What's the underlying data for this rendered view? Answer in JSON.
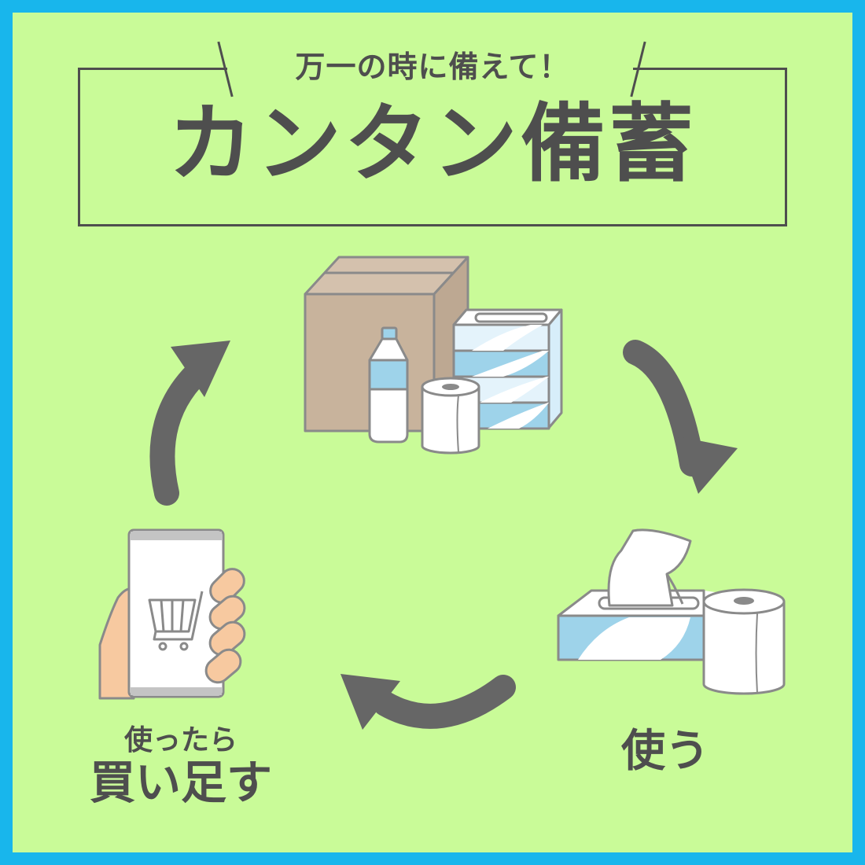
{
  "header": {
    "subtitle": "万一の時に備えて！",
    "title": "カンタン備蓄"
  },
  "cycle": {
    "steps": [
      {
        "id": "stock",
        "label": "",
        "illustration": "stockpile-icon"
      },
      {
        "id": "use",
        "label": "使う",
        "illustration": "tissue-and-toilet-paper-icon"
      },
      {
        "id": "rebuy",
        "label_small": "使ったら",
        "label": "買い足す",
        "illustration": "smartphone-shopping-cart-icon"
      }
    ],
    "arrows": [
      "arrow-down-right-icon",
      "arrow-left-icon",
      "arrow-up-right-icon"
    ]
  },
  "colors": {
    "border": "#18b6ec",
    "background": "#c9fb98",
    "text": "#4e4e4e",
    "arrow": "#666666",
    "cardboard": "#c8b39c",
    "water_blue": "#9ed3ea",
    "skin": "#f7c9a0"
  }
}
